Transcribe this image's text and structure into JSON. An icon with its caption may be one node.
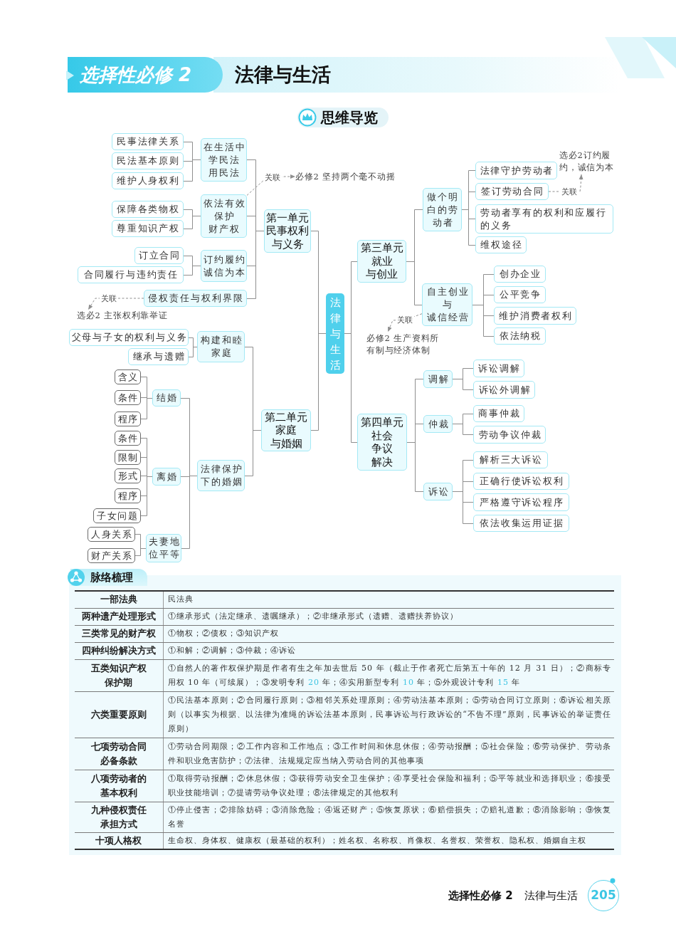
{
  "diagram": {
    "title": "法律与生活",
    "nodes": [
      {
        "text": [
          "法律与生活"
        ]
      },
      {
        "text": [
          "第一单元民事权利与义务"
        ]
      },
      {
        "text": [
          "在生活中学民法用民法"
        ]
      },
      {
        "text": [
          "民事法律关系"
        ]
      },
      {
        "text": [
          "民法基本原则"
        ]
      },
      {
        "text": [
          "维护人身权利"
        ]
      },
      {
        "text": [
          "依法有效保护财产权"
        ]
      },
      {
        "text": [
          "保障各类物权"
        ]
      },
      {
        "text": [
          "尊重知识产权"
        ]
      },
      {
        "text": [
          "订约履约诚信为本"
        ]
      },
      {
        "text": [
          "订立合同"
        ]
      },
      {
        "text": [
          "合同履行与违约责任"
        ]
      },
      {
        "text": [
          "侵权责任与权利界限"
        ]
      },
      {
        "text": [
          "必修2 坚持两个毫不动摇"
        ]
      },
      {
        "text": [
          "选必2 主张权利靠举证"
        ]
      },
      {
        "text": [
          "第二单元家庭与婚姻"
        ]
      },
      {
        "text": [
          "构建和睦家庭"
        ]
      },
      {
        "text": [
          "父母与子女的权利与义务"
        ]
      },
      {
        "text": [
          "继承与遗赠"
        ]
      },
      {
        "text": [
          "法律保护下的婚姻"
        ]
      },
      {
        "text": [
          "结婚"
        ]
      },
      {
        "text": [
          "含义"
        ]
      },
      {
        "text": [
          "条件"
        ]
      },
      {
        "text": [
          "程序"
        ]
      },
      {
        "text": [
          "离婚"
        ]
      },
      {
        "text": [
          "条件"
        ]
      },
      {
        "text": [
          "限制"
        ]
      },
      {
        "text": [
          "形式"
        ]
      },
      {
        "text": [
          "程序"
        ]
      },
      {
        "text": [
          "子女问题"
        ]
      },
      {
        "text": [
          "夫妻地位平等"
        ]
      },
      {
        "text": [
          "人身关系"
        ]
      },
      {
        "text": [
          "财产关系"
        ]
      },
      {
        "text": [
          "第三单元就业与创业"
        ]
      },
      {
        "text": [
          "做个明白的劳动者"
        ]
      },
      {
        "text": [
          "法律守护劳动者"
        ]
      },
      {
        "text": [
          "签订劳动合同"
        ]
      },
      {
        "text": [
          "劳动者享有的权利和应履行的义务"
        ]
      },
      {
        "text": [
          "维权途径"
        ]
      },
      {
        "text": [
          "选必2订约履约，诚信为本"
        ]
      },
      {
        "text": [
          "自主创业与诚信经营"
        ]
      },
      {
        "text": [
          "创办企业"
        ]
      },
      {
        "text": [
          "公平竞争"
        ]
      },
      {
        "text": [
          "维护消费者权利"
        ]
      },
      {
        "text": [
          "依法纳税"
        ]
      },
      {
        "text": [
          "必修2 生产资料所有制与经济体制"
        ]
      },
      {
        "text": [
          "第四单元社会争议解决"
        ]
      },
      {
        "text": [
          "调解"
        ]
      },
      {
        "text": [
          "诉讼调解"
        ]
      },
      {
        "text": [
          "诉讼外调解"
        ]
      },
      {
        "text": [
          "仲裁"
        ]
      },
      {
        "text": [
          "商事仲裁"
        ]
      },
      {
        "text": [
          "劳动争议仲裁"
        ]
      },
      {
        "text": [
          "诉讼"
        ]
      },
      {
        "text": [
          "解析三大诉讼"
        ]
      },
      {
        "text": [
          "正确行使诉讼权利"
        ]
      },
      {
        "text": [
          "严格遵守诉讼程序"
        ]
      },
      {
        "text": [
          "依法收集运用证据"
        ]
      }
    ],
    "edges": [
      {
        "from": 0,
        "to": 1,
        "arrow": "none"
      },
      {
        "from": 0,
        "to": 15,
        "arrow": "none"
      },
      {
        "from": 0,
        "to": 33,
        "arrow": "none"
      },
      {
        "from": 0,
        "to": 46,
        "arrow": "none"
      },
      {
        "from": 1,
        "to": 2,
        "arrow": "none"
      },
      {
        "from": 1,
        "to": 6,
        "arrow": "none"
      },
      {
        "from": 1,
        "to": 9,
        "arrow": "none"
      },
      {
        "from": 1,
        "to": 12,
        "arrow": "none"
      },
      {
        "from": 2,
        "to": 3,
        "arrow": "none"
      },
      {
        "from": 2,
        "to": 4,
        "arrow": "none"
      },
      {
        "from": 2,
        "to": 5,
        "arrow": "none"
      },
      {
        "from": 6,
        "to": 7,
        "arrow": "none"
      },
      {
        "from": 6,
        "to": 8,
        "arrow": "none"
      },
      {
        "from": 6,
        "to": 13,
        "arrow": "to",
        "label": "关联",
        "style": "dashed"
      },
      {
        "from": 9,
        "to": 10,
        "arrow": "none"
      },
      {
        "from": 9,
        "to": 11,
        "arrow": "none"
      },
      {
        "from": 12,
        "to": 14,
        "arrow": "to",
        "label": "关联",
        "style": "dashed"
      },
      {
        "from": 15,
        "to": 16,
        "arrow": "none"
      },
      {
        "from": 15,
        "to": 19,
        "arrow": "none"
      },
      {
        "from": 16,
        "to": 17,
        "arrow": "none"
      },
      {
        "from": 16,
        "to": 18,
        "arrow": "none"
      },
      {
        "from": 19,
        "to": 20,
        "arrow": "none"
      },
      {
        "from": 19,
        "to": 24,
        "arrow": "none"
      },
      {
        "from": 19,
        "to": 30,
        "arrow": "none"
      },
      {
        "from": 20,
        "to": 21,
        "arrow": "none"
      },
      {
        "from": 20,
        "to": 22,
        "arrow": "none"
      },
      {
        "from": 20,
        "to": 23,
        "arrow": "none"
      },
      {
        "from": 24,
        "to": 25,
        "arrow": "none"
      },
      {
        "from": 24,
        "to": 26,
        "arrow": "none"
      },
      {
        "from": 24,
        "to": 27,
        "arrow": "none"
      },
      {
        "from": 24,
        "to": 28,
        "arrow": "none"
      },
      {
        "from": 24,
        "to": 29,
        "arrow": "none"
      },
      {
        "from": 30,
        "to": 31,
        "arrow": "none"
      },
      {
        "from": 30,
        "to": 32,
        "arrow": "none"
      },
      {
        "from": 33,
        "to": 34,
        "arrow": "none"
      },
      {
        "from": 33,
        "to": 40,
        "arrow": "none"
      },
      {
        "from": 34,
        "to": 35,
        "arrow": "none"
      },
      {
        "from": 34,
        "to": 36,
        "arrow": "none"
      },
      {
        "from": 34,
        "to": 37,
        "arrow": "none"
      },
      {
        "from": 34,
        "to": 38,
        "arrow": "none"
      },
      {
        "from": 36,
        "to": 39,
        "arrow": "to",
        "label": "关联",
        "style": "dashed"
      },
      {
        "from": 40,
        "to": 41,
        "arrow": "none"
      },
      {
        "from": 40,
        "to": 42,
        "arrow": "none"
      },
      {
        "from": 40,
        "to": 43,
        "arrow": "none"
      },
      {
        "from": 40,
        "to": 44,
        "arrow": "none"
      },
      {
        "from": 40,
        "to": 45,
        "arrow": "to",
        "label": "关联",
        "style": "dashed"
      },
      {
        "from": 46,
        "to": 47,
        "arrow": "none"
      },
      {
        "from": 46,
        "to": 50,
        "arrow": "none"
      },
      {
        "from": 46,
        "to": 53,
        "arrow": "none"
      },
      {
        "from": 47,
        "to": 48,
        "arrow": "none"
      },
      {
        "from": 47,
        "to": 49,
        "arrow": "none"
      },
      {
        "from": 50,
        "to": 51,
        "arrow": "none"
      },
      {
        "from": 50,
        "to": 52,
        "arrow": "none"
      },
      {
        "from": 53,
        "to": 54,
        "arrow": "none"
      },
      {
        "from": 53,
        "to": 55,
        "arrow": "none"
      },
      {
        "from": 53,
        "to": 56,
        "arrow": "none"
      },
      {
        "from": 53,
        "to": 57,
        "arrow": "none"
      }
    ],
    "labels": [
      "选择性必修 2",
      "思维导览",
      "脉络梳理",
      "一部法典",
      "民法典",
      "两种遗产处理形式",
      "①继承形式（法定继承、遗嘱继承）；②非继承形式（遗赠、遗赠扶养协议）",
      "三类常见的财产权",
      "①物权；②债权；③知识产权",
      "四种纠纷解决方式",
      "①和解；②调解；③仲裁；④诉讼",
      "五类知识产权保护期",
      "①自然人的著作权保护期是作者有生之年加去世后 50 年（截止于作者死亡后第五十年的 12 月 31 日）；②商标专用权 10 年（可续展）；③发明专利 *20* 年；④实用新型专利 *10* 年；⑤外观设计专利 *15* 年",
      "六类重要原则",
      "①民法基本原则；②合同履行原则；③相邻关系处理原则；④劳动法基本原则；⑤劳动合同订立原则；⑥诉讼相关原则（以事实为根据、以法律为准绳的诉讼法基本原则，民事诉讼与行政诉讼的“不告不理”原则，民事诉讼的举证责任原则）",
      "七项劳动合同必备条款",
      "①劳动合同期限；②工作内容和工作地点；③工作时间和休息休假；④劳动报酬；⑤社会保险；⑥劳动保护、劳动条件和职业危害防护；⑦法律、法规规定应当纳入劳动合同的其他事项",
      "八项劳动者的基本权利",
      "①取得劳动报酬；②休息休假；③获得劳动安全卫生保护；④享受社会保险和福利；⑤平等就业和选择职业；⑥接受职业技能培训；⑦提请劳动争议处理；⑧法律规定的其他权利",
      "九种侵权责任承担方式",
      "①停止侵害；②排除妨碍；③消除危险；④返还财产；⑤恢复原状；⑥赔偿损失；⑦赔礼道歉；⑧消除影响；⑨恢复名誉",
      "十项人格权",
      "生命权、身体权、健康权（最基础的权利）；姓名权、名称权、肖像权、名誉权、荣誉权、隐私权、婚姻自主权",
      "选择性必修 2",
      "法律与生活",
      "205"
    ]
  }
}
